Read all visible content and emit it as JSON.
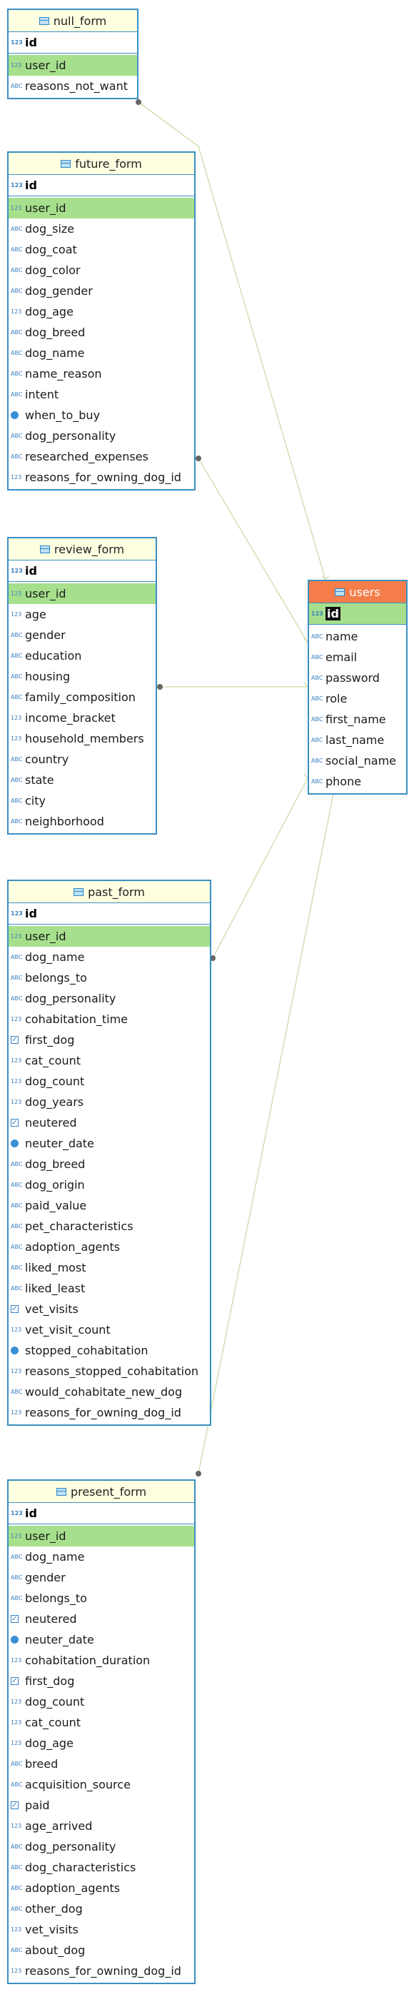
{
  "entities": [
    {
      "key": "null_form",
      "title": "null_form",
      "pk": "id",
      "fields": [
        {
          "name": "user_id",
          "type": "num",
          "highlight": true
        },
        {
          "name": "reasons_not_want",
          "type": "text"
        }
      ]
    },
    {
      "key": "future_form",
      "title": "future_form",
      "pk": "id",
      "fields": [
        {
          "name": "user_id",
          "type": "num",
          "highlight": true
        },
        {
          "name": "dog_size",
          "type": "text"
        },
        {
          "name": "dog_coat",
          "type": "text"
        },
        {
          "name": "dog_color",
          "type": "text"
        },
        {
          "name": "dog_gender",
          "type": "text"
        },
        {
          "name": "dog_age",
          "type": "num"
        },
        {
          "name": "dog_breed",
          "type": "text"
        },
        {
          "name": "dog_name",
          "type": "text"
        },
        {
          "name": "name_reason",
          "type": "text"
        },
        {
          "name": "intent",
          "type": "text"
        },
        {
          "name": "when_to_buy",
          "type": "date"
        },
        {
          "name": "dog_personality",
          "type": "text"
        },
        {
          "name": "researched_expenses",
          "type": "text"
        },
        {
          "name": "reasons_for_owning_dog_id",
          "type": "num"
        }
      ]
    },
    {
      "key": "review_form",
      "title": "review_form",
      "pk": "id",
      "fields": [
        {
          "name": "user_id",
          "type": "num",
          "highlight": true
        },
        {
          "name": "age",
          "type": "num"
        },
        {
          "name": "gender",
          "type": "text"
        },
        {
          "name": "education",
          "type": "text"
        },
        {
          "name": "housing",
          "type": "text"
        },
        {
          "name": "family_composition",
          "type": "text"
        },
        {
          "name": "income_bracket",
          "type": "num"
        },
        {
          "name": "household_members",
          "type": "num"
        },
        {
          "name": "country",
          "type": "text"
        },
        {
          "name": "state",
          "type": "text"
        },
        {
          "name": "city",
          "type": "text"
        },
        {
          "name": "neighborhood",
          "type": "text"
        }
      ]
    },
    {
      "key": "users",
      "title": "users",
      "pk": "id",
      "fields": [
        {
          "name": "name",
          "type": "text"
        },
        {
          "name": "email",
          "type": "text"
        },
        {
          "name": "password",
          "type": "text"
        },
        {
          "name": "role",
          "type": "text"
        },
        {
          "name": "first_name",
          "type": "text"
        },
        {
          "name": "last_name",
          "type": "text"
        },
        {
          "name": "social_name",
          "type": "text"
        },
        {
          "name": "phone",
          "type": "text"
        }
      ]
    },
    {
      "key": "past_form",
      "title": "past_form",
      "pk": "id",
      "fields": [
        {
          "name": "user_id",
          "type": "num",
          "highlight": true
        },
        {
          "name": "dog_name",
          "type": "text"
        },
        {
          "name": "belongs_to",
          "type": "text"
        },
        {
          "name": "dog_personality",
          "type": "text"
        },
        {
          "name": "cohabitation_time",
          "type": "num"
        },
        {
          "name": "first_dog",
          "type": "bool"
        },
        {
          "name": "cat_count",
          "type": "num"
        },
        {
          "name": "dog_count",
          "type": "num"
        },
        {
          "name": "dog_years",
          "type": "num"
        },
        {
          "name": "neutered",
          "type": "bool"
        },
        {
          "name": "neuter_date",
          "type": "date"
        },
        {
          "name": "dog_breed",
          "type": "text"
        },
        {
          "name": "dog_origin",
          "type": "text"
        },
        {
          "name": "paid_value",
          "type": "text"
        },
        {
          "name": "pet_characteristics",
          "type": "text"
        },
        {
          "name": "adoption_agents",
          "type": "text"
        },
        {
          "name": "liked_most",
          "type": "text"
        },
        {
          "name": "liked_least",
          "type": "text"
        },
        {
          "name": "vet_visits",
          "type": "bool"
        },
        {
          "name": "vet_visit_count",
          "type": "num"
        },
        {
          "name": "stopped_cohabitation",
          "type": "date"
        },
        {
          "name": "reasons_stopped_cohabitation",
          "type": "num"
        },
        {
          "name": "would_cohabitate_new_dog",
          "type": "text"
        },
        {
          "name": "reasons_for_owning_dog_id",
          "type": "num"
        }
      ]
    },
    {
      "key": "present_form",
      "title": "present_form",
      "pk": "id",
      "fields": [
        {
          "name": "user_id",
          "type": "num",
          "highlight": true
        },
        {
          "name": "dog_name",
          "type": "text"
        },
        {
          "name": "gender",
          "type": "text"
        },
        {
          "name": "belongs_to",
          "type": "text"
        },
        {
          "name": "neutered",
          "type": "bool"
        },
        {
          "name": "neuter_date",
          "type": "date"
        },
        {
          "name": "cohabitation_duration",
          "type": "num"
        },
        {
          "name": "first_dog",
          "type": "bool"
        },
        {
          "name": "dog_count",
          "type": "num"
        },
        {
          "name": "cat_count",
          "type": "num"
        },
        {
          "name": "dog_age",
          "type": "num"
        },
        {
          "name": "breed",
          "type": "text"
        },
        {
          "name": "acquisition_source",
          "type": "text"
        },
        {
          "name": "paid",
          "type": "bool"
        },
        {
          "name": "age_arrived",
          "type": "num"
        },
        {
          "name": "dog_personality",
          "type": "text"
        },
        {
          "name": "dog_characteristics",
          "type": "text"
        },
        {
          "name": "adoption_agents",
          "type": "text"
        },
        {
          "name": "other_dog",
          "type": "text"
        },
        {
          "name": "vet_visits",
          "type": "num"
        },
        {
          "name": "about_dog",
          "type": "text"
        },
        {
          "name": "reasons_for_owning_dog_id",
          "type": "num"
        }
      ]
    }
  ],
  "relationships": [
    {
      "from": "null_form",
      "to": "users"
    },
    {
      "from": "future_form",
      "to": "users"
    },
    {
      "from": "review_form",
      "to": "users"
    },
    {
      "from": "past_form",
      "to": "users"
    },
    {
      "from": "present_form",
      "to": "users"
    }
  ],
  "colors": {
    "border": "#3b8fc4",
    "header": "#fefee0",
    "users_header": "#f47d4a",
    "fk_highlight": "#a6e08c",
    "link": "#c6d9a3",
    "link_end": "#666666"
  },
  "icons": {
    "text": "abc-text-icon",
    "num": "123-number-icon",
    "bool": "checkbox-icon",
    "date": "clock-date-icon",
    "pk": "key-123-icon",
    "table": "table-icon"
  }
}
